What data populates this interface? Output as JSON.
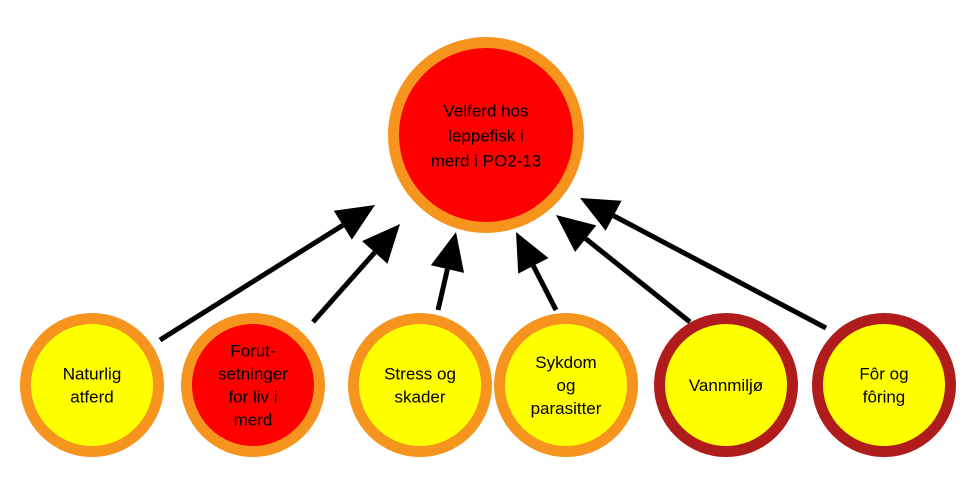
{
  "colors": {
    "orange_ring": "#f7941d",
    "dark_red_ring": "#b01c1c",
    "red_fill": "#ff0000",
    "yellow_fill": "#ffff00",
    "arrow": "#000000"
  },
  "top_node": {
    "lines": [
      "Velferd hos",
      "leppefisk i",
      "merd i PO2-13"
    ],
    "fill": "red",
    "ring": "orange"
  },
  "bottom_nodes": [
    {
      "lines": [
        "Naturlig",
        "atferd"
      ],
      "fill": "yellow",
      "ring": "orange"
    },
    {
      "lines": [
        "Forut-",
        "setninger",
        "for liv i",
        "merd"
      ],
      "fill": "red",
      "ring": "orange"
    },
    {
      "lines": [
        "Stress og",
        "skader"
      ],
      "fill": "yellow",
      "ring": "orange"
    },
    {
      "lines": [
        "Sykdom",
        "og",
        "parasitter"
      ],
      "fill": "yellow",
      "ring": "orange"
    },
    {
      "lines": [
        "Vannmiljø"
      ],
      "fill": "yellow",
      "ring": "dark_red"
    },
    {
      "lines": [
        "Fôr og",
        "fôring"
      ],
      "fill": "yellow",
      "ring": "dark_red"
    }
  ]
}
